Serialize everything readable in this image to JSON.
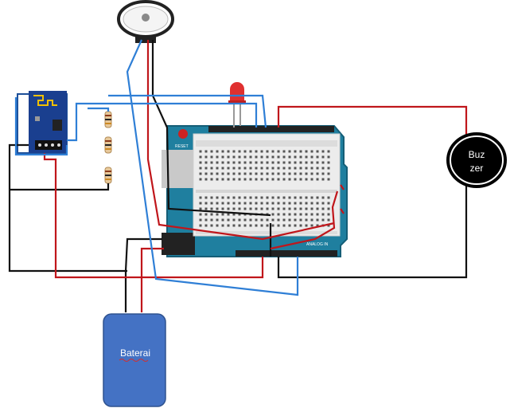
{
  "buzzer": {
    "label_line1": "Buz",
    "label_line2": "zer"
  },
  "battery": {
    "label": "Baterai"
  },
  "arduino": {
    "reset_label": "RESET",
    "analog_label": "ANALOG IN"
  },
  "colors": {
    "wire_red": "#c0161b",
    "wire_blue": "#2f7fd6",
    "wire_black": "#111111",
    "arduino_board": "#1f7f9f",
    "battery_fill": "#4472c4",
    "led_red": "#e03030"
  }
}
